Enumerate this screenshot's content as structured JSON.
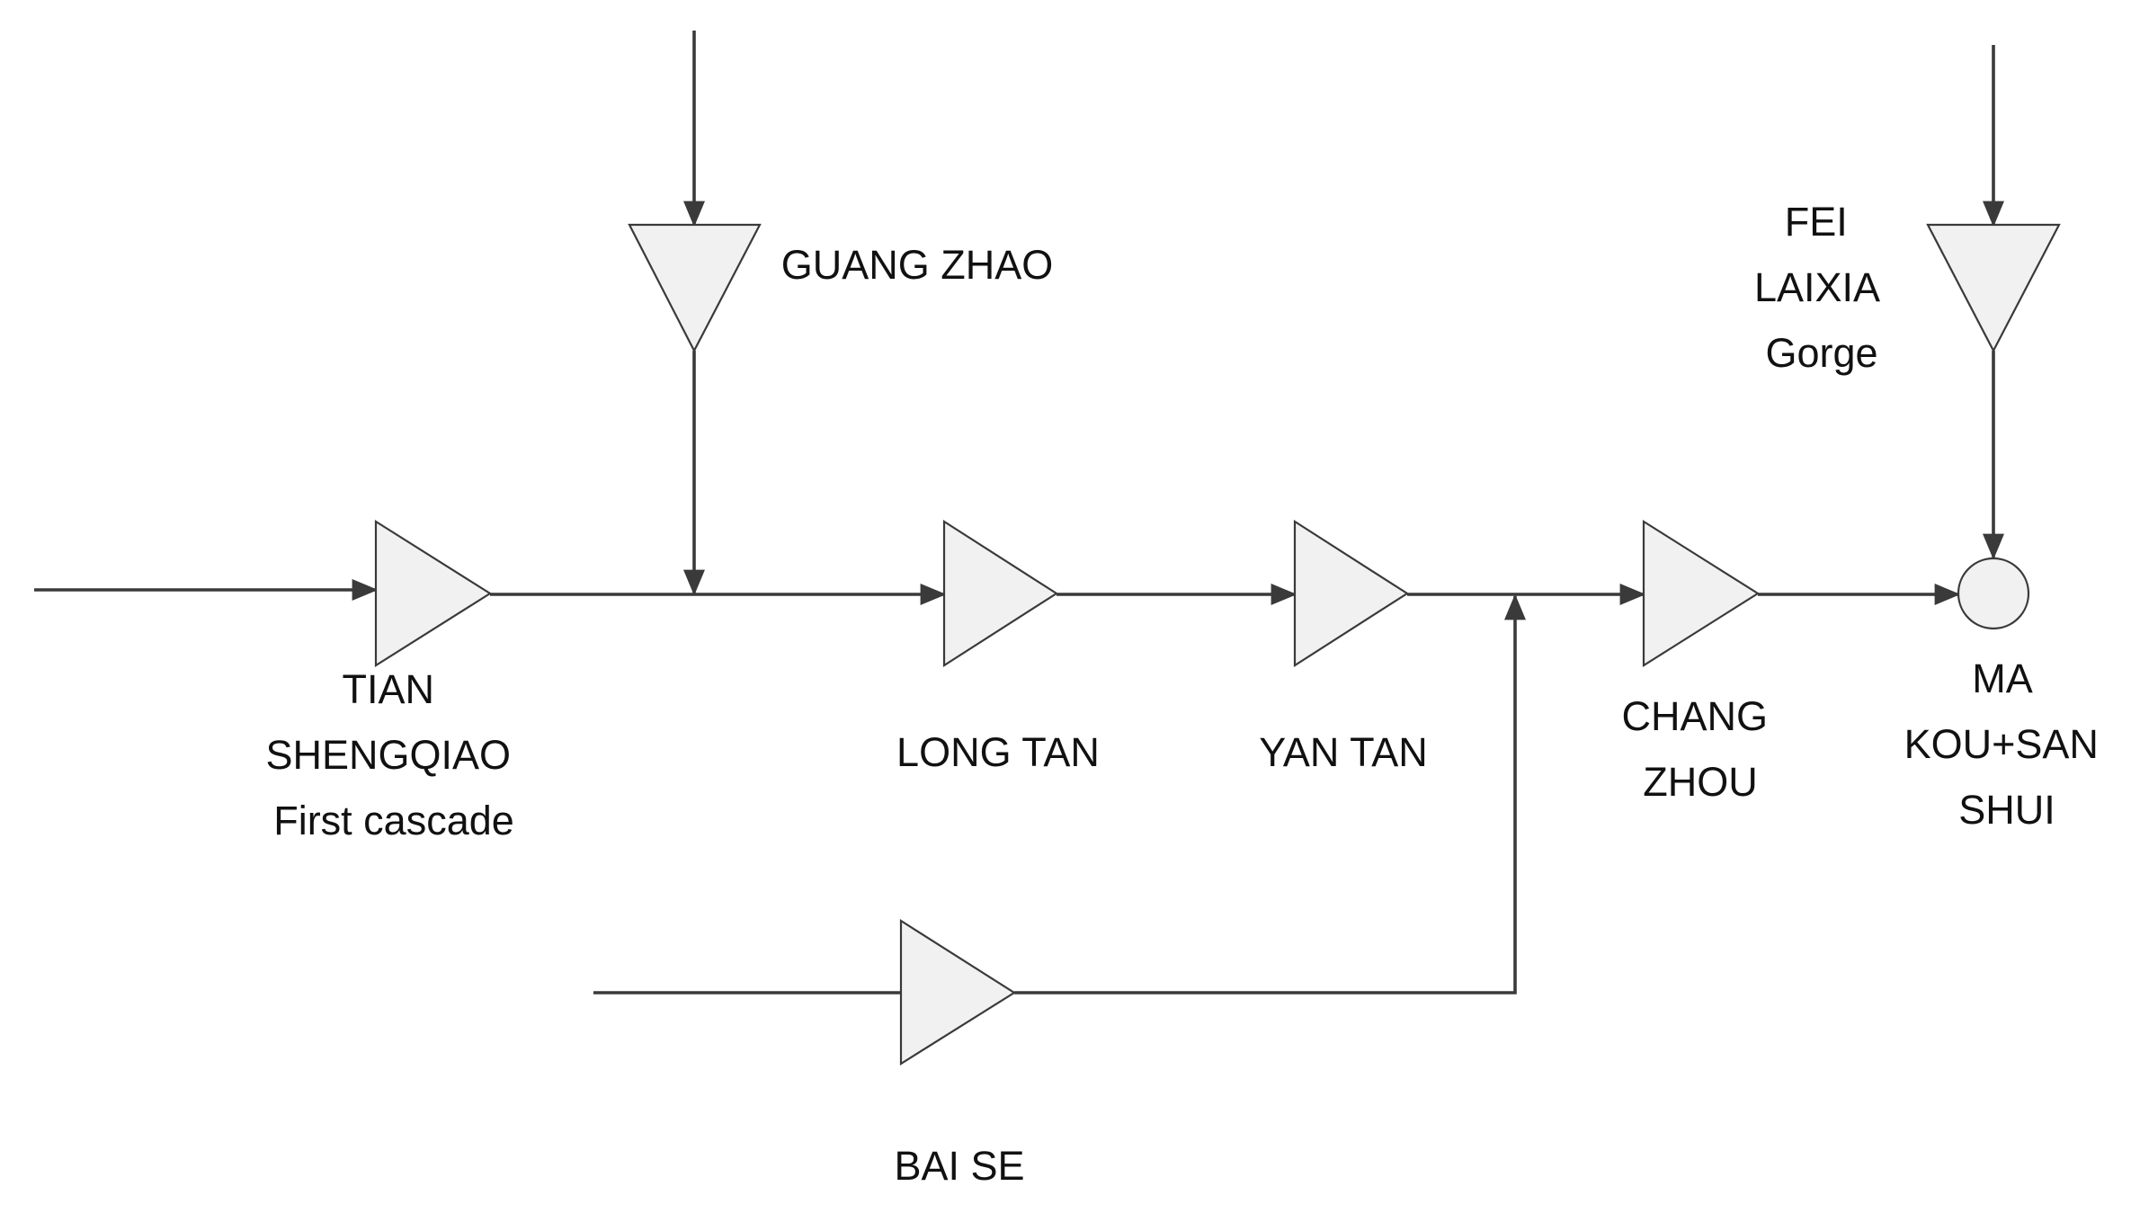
{
  "diagram": {
    "stations": {
      "tian_shengqiao": [
        "TIAN",
        "SHENGQIAO",
        "First cascade"
      ],
      "guang_zhao": [
        "GUANG ZHAO"
      ],
      "long_tan": [
        "LONG TAN"
      ],
      "yan_tan": [
        "YAN TAN"
      ],
      "bai_se": [
        "BAI SE"
      ],
      "chang_zhou": [
        "CHANG",
        "ZHOU"
      ],
      "fei_laixia": [
        "FEI",
        "LAIXIA",
        "Gorge"
      ],
      "makou_sanshui": [
        "MA",
        "KOU+SAN",
        "SHUI"
      ]
    },
    "flows": [
      {
        "from": "upstream-inflow",
        "to": "tian_shengqiao"
      },
      {
        "from": "tian_shengqiao",
        "to": "long_tan"
      },
      {
        "from": "guang_zhao",
        "to": "tian_shengqiao-long_tan-junction"
      },
      {
        "from": "long_tan",
        "to": "yan_tan"
      },
      {
        "from": "yan_tan",
        "to": "chang_zhou"
      },
      {
        "from": "bai_se",
        "to": "yan_tan-chang_zhou-junction"
      },
      {
        "from": "chang_zhou",
        "to": "makou_sanshui"
      },
      {
        "from": "fei_laixia",
        "to": "makou_sanshui"
      }
    ]
  }
}
